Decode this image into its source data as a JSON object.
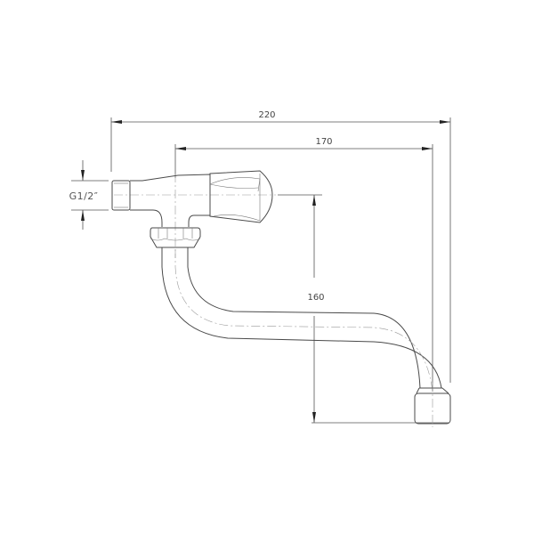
{
  "drawing": {
    "subject": "wall-mounted faucet with swivel spout",
    "dimensions": {
      "overall_length": "220",
      "spout_reach": "170",
      "spout_height": "160",
      "thread_size": "G1/2″"
    },
    "colors": {
      "line": "#4a4a4a",
      "center_line": "#999999",
      "dimension_line": "#555555",
      "background": "#ffffff"
    }
  }
}
